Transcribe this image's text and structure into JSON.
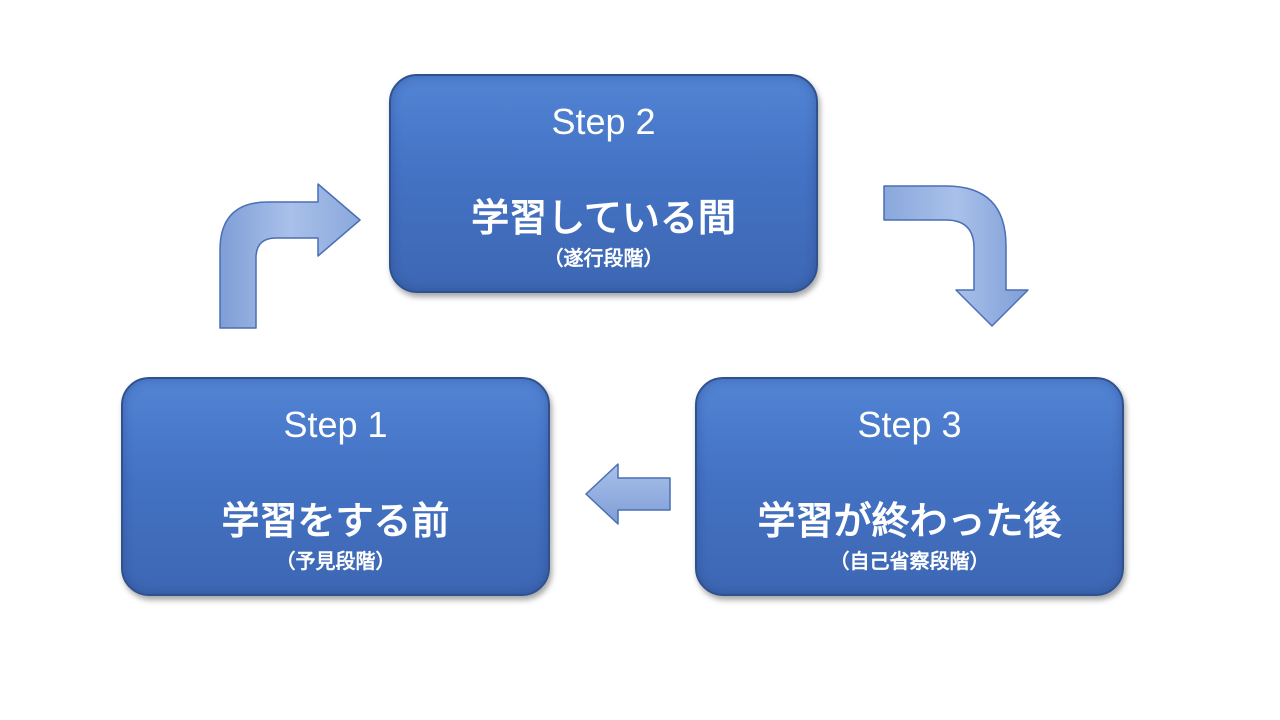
{
  "steps": [
    {
      "label": "Step 1",
      "title": "学習をする前",
      "subtitle": "（予見段階）"
    },
    {
      "label": "Step 2",
      "title": "学習している間",
      "subtitle": "（遂行段階）"
    },
    {
      "label": "Step 3",
      "title": "学習が終わった後",
      "subtitle": "（自己省察段階）"
    }
  ],
  "colors": {
    "box_fill": "#4472c4",
    "box_border": "#2f528f",
    "arrow_fill": "#8faadc",
    "arrow_border": "#4a6fb5",
    "text": "#ffffff"
  }
}
